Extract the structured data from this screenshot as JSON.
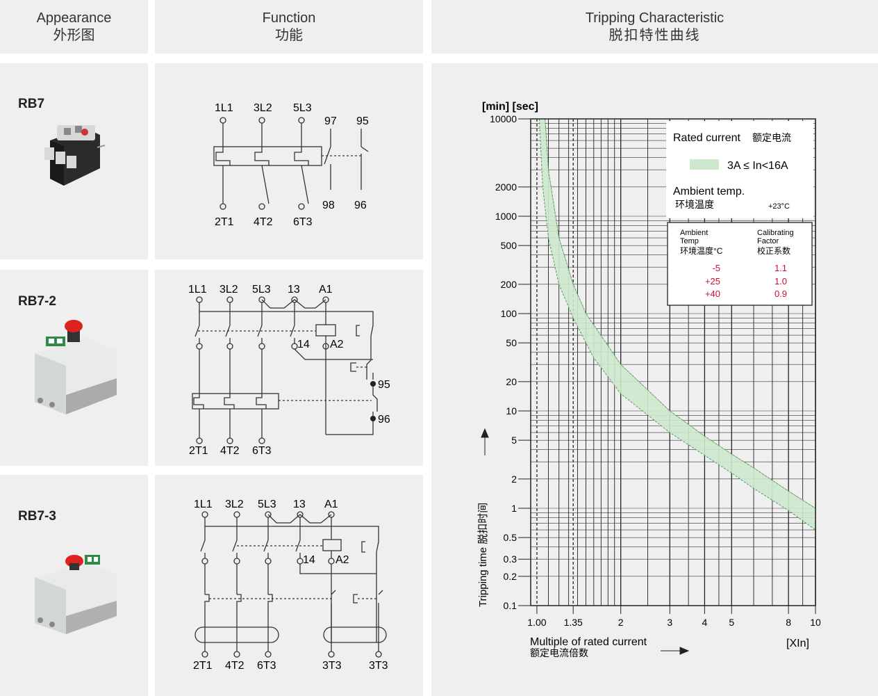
{
  "header": {
    "appearance_en": "Appearance",
    "appearance_cn": "外形图",
    "function_en": "Function",
    "function_cn": "功能",
    "tripping_en": "Tripping Characteristic",
    "tripping_cn": "脱扣特性曲线"
  },
  "rows": [
    {
      "model": "RB7",
      "terminals_top": [
        "1L1",
        "3L2",
        "5L3",
        "97",
        "95"
      ],
      "terminals_bottom": [
        "2T1",
        "4T2",
        "6T3",
        "98",
        "96"
      ]
    },
    {
      "model": "RB7-2",
      "terminals_top": [
        "1L1",
        "3L2",
        "5L3",
        "13",
        "A1"
      ],
      "terminals_mid": [
        "14",
        "A2",
        "95",
        "96"
      ],
      "terminals_bottom": [
        "2T1",
        "4T2",
        "6T3"
      ]
    },
    {
      "model": "RB7-3",
      "terminals_top": [
        "1L1",
        "3L2",
        "5L3",
        "13",
        "A1"
      ],
      "terminals_mid": [
        "14",
        "A2"
      ],
      "terminals_bottom": [
        "2T1",
        "4T2",
        "6T3",
        "3T3",
        "3T3"
      ]
    }
  ],
  "chart": {
    "unit_label": "[min] [sec]",
    "y_ticks": [
      "10000",
      "2000",
      "1000",
      "500",
      "200",
      "100",
      "50",
      "20",
      "10",
      "5",
      "2",
      "1",
      "0.5",
      "0.3",
      "0.2",
      "0.1"
    ],
    "x_ticks": [
      "1.00",
      "1.35",
      "2",
      "3",
      "4",
      "5",
      "8",
      "10"
    ],
    "rated_current_en": "Rated current",
    "rated_current_cn": "额定电流",
    "legend_band": "3A ≤ In<16A",
    "ambient_en": "Ambient temp.",
    "ambient_cn": "环境温度",
    "ambient_value": "+23°C",
    "table_head_temp_en1": "Ambient",
    "table_head_temp_en2": "Temp",
    "table_head_temp_cn": "环境温度°C",
    "table_head_fac_en1": "Calibrating",
    "table_head_fac_en2": "Factor",
    "table_head_fac_cn": "校正系数",
    "table_rows": [
      {
        "temp": "-5",
        "factor": "1.1"
      },
      {
        "temp": "+25",
        "factor": "1.0"
      },
      {
        "temp": "+40",
        "factor": "0.9"
      }
    ],
    "y_axis_label": "Tripping time 脱扣时间",
    "x_axis_label_en": "Multiple of rated current",
    "x_axis_label_cn": "额定电流倍数",
    "x_unit": "[XIn]",
    "band_color": "#cde8cd"
  },
  "chart_data": {
    "type": "area",
    "x_scale": "log",
    "y_scale": "log",
    "xlim": [
      0.95,
      10
    ],
    "ylim": [
      0.1,
      10000
    ],
    "series": [
      {
        "x": [
          1.02,
          1.05,
          1.1,
          1.2,
          1.35,
          1.6,
          2,
          3,
          4,
          5,
          6,
          8,
          10
        ],
        "values": [
          10000,
          2000,
          600,
          200,
          90,
          35,
          15,
          6,
          3.5,
          2.3,
          1.6,
          0.95,
          0.6
        ]
      },
      {
        "x": [
          1.07,
          1.1,
          1.2,
          1.35,
          1.5,
          2,
          3,
          4,
          5,
          6,
          8,
          10
        ],
        "values": [
          10000,
          3000,
          600,
          200,
          100,
          30,
          10,
          5.5,
          3.6,
          2.6,
          1.5,
          1.0
        ]
      }
    ]
  }
}
